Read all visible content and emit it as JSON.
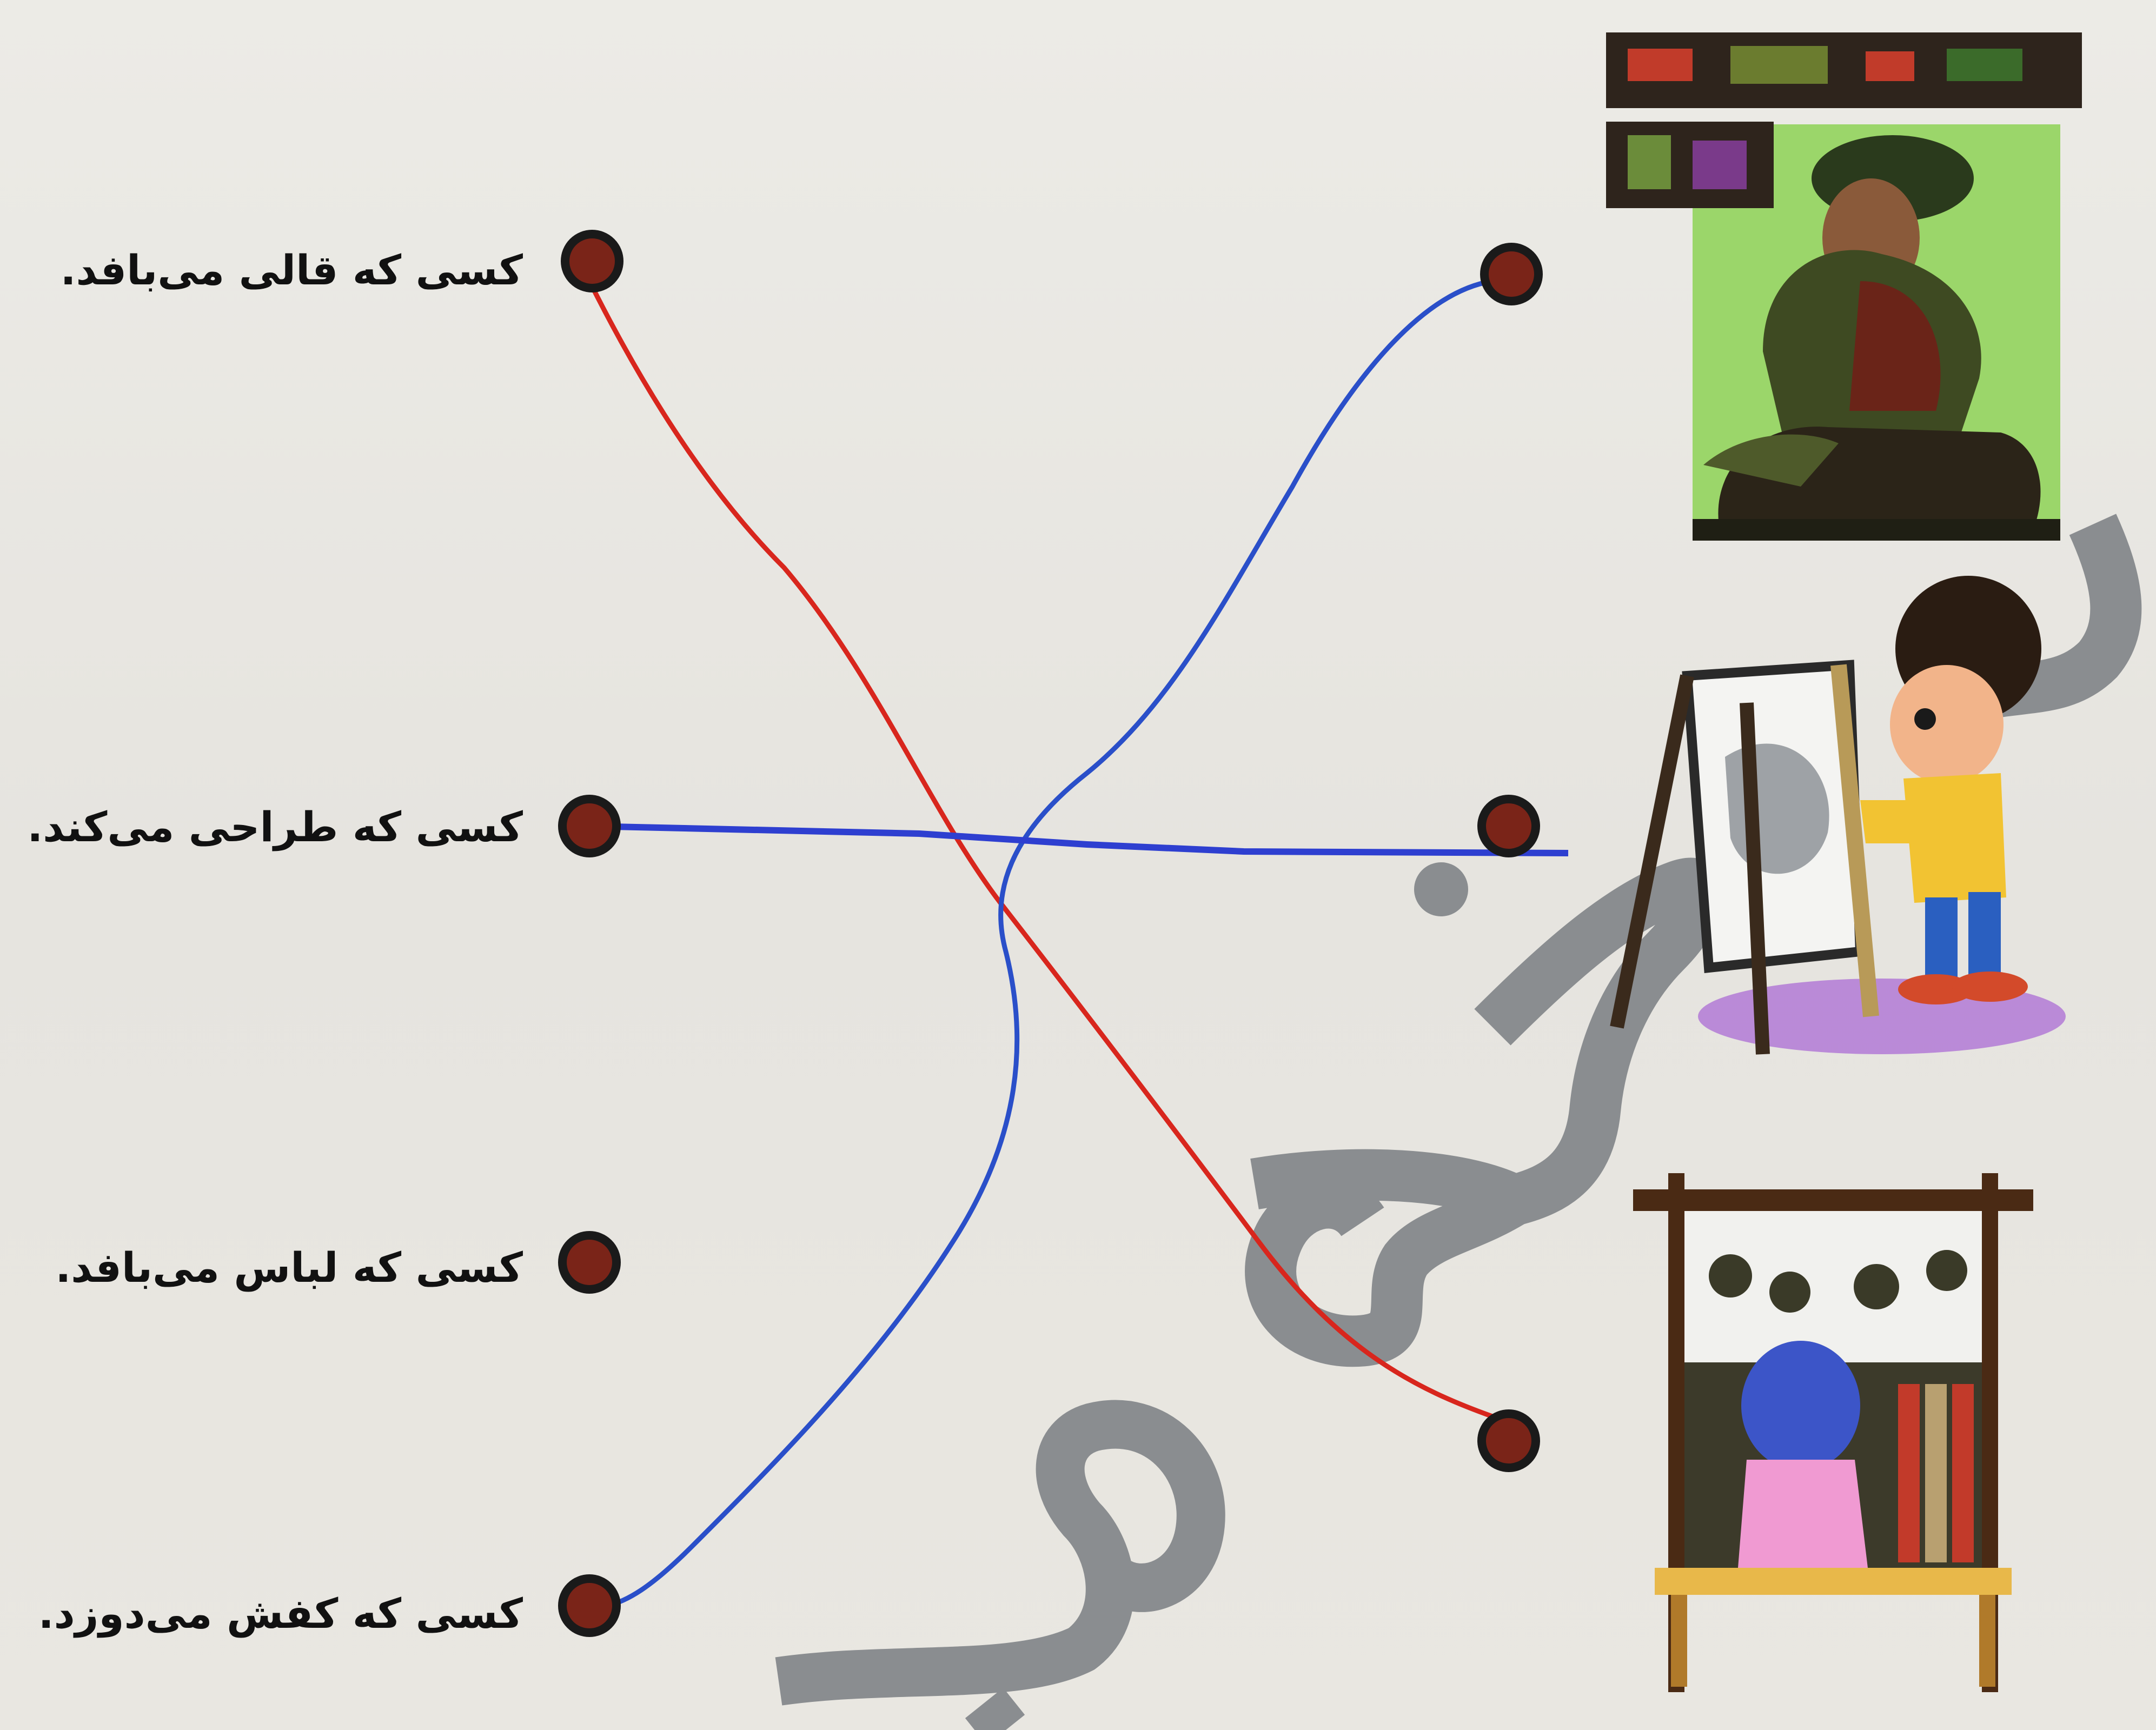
{
  "worksheet": {
    "phrases": [
      {
        "id": "carpet-weaver",
        "text": "کسی که قالی می‌بافد."
      },
      {
        "id": "designer",
        "text": "کسی که طراحی می‌کند."
      },
      {
        "id": "cloth-weaver",
        "text": "کسی که لباس می‌بافد."
      },
      {
        "id": "shoemaker",
        "text": "کسی که کفش می‌دوزد."
      }
    ],
    "matches_drawn": [
      {
        "from": "carpet-weaver",
        "to": "cloth-weaver-picture",
        "color": "#d8261d"
      },
      {
        "from": "designer",
        "to": "painter-picture",
        "color": "#2e3fd0"
      },
      {
        "from": "shoemaker",
        "to": "shoemaker-picture",
        "color": "#2a4fc9"
      }
    ],
    "pictures": [
      "shoemaker-picture",
      "painter-picture",
      "loom-weaver-picture"
    ]
  },
  "colors": {
    "red_line": "#d8261d",
    "blue_line": "#2e3fd0",
    "dot_fill": "#7a2418",
    "dot_ring": "#1a1a1a",
    "green_bg": "#9bd66a",
    "purple_shadow": "#b27ad6",
    "hose_gray": "#8a8d90"
  }
}
